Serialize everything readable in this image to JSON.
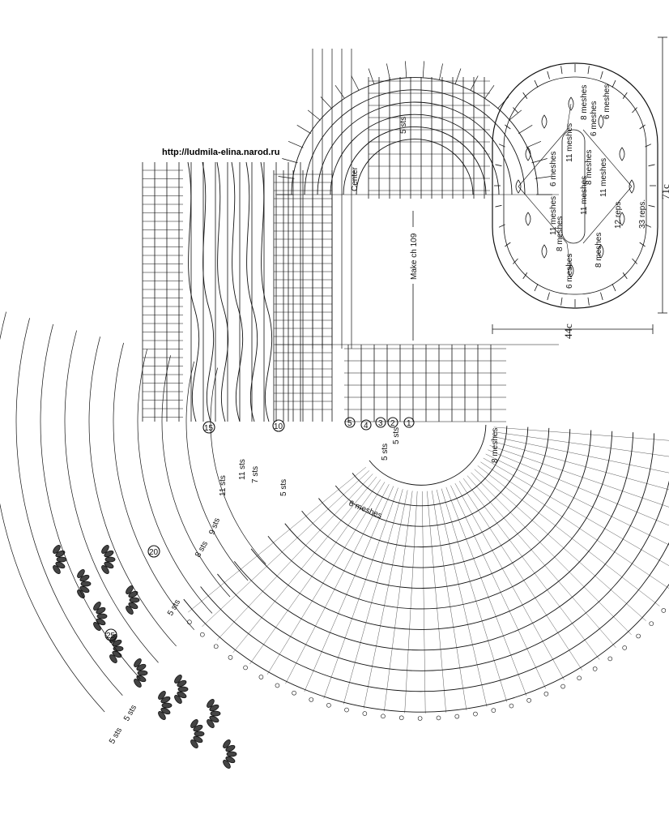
{
  "source_url": "http://ludmila-elina.narod.ru",
  "main_chart": {
    "center_label": "Center",
    "chain_label": "Make ch 109",
    "row_markers": [
      "1",
      "2",
      "3",
      "4",
      "5",
      "10",
      "15",
      "20",
      "25"
    ],
    "stitch_labels": [
      "5 sts",
      "5 sts",
      "5 sts",
      "7 sts",
      "11 sts",
      "11 sts",
      "9 sts",
      "8 sts",
      "5 sts",
      "5 sts",
      "5 sts",
      "5 sts"
    ],
    "mesh_labels": [
      "6 meshes",
      "8 meshes"
    ]
  },
  "schematic": {
    "width_label": "44c",
    "length_label": "71c",
    "mesh_labels": [
      "8 meshes",
      "11 meshes",
      "6 meshes",
      "6 meshes",
      "11 meshes",
      "8 meshes",
      "8 meshes",
      "11 meshes",
      "6 meshes",
      "6 meshes",
      "11 meshes",
      "8 meshes"
    ],
    "reps_labels": [
      "12 reps.",
      "33 reps."
    ]
  },
  "colors": {
    "ink": "#111111",
    "paper": "#ffffff"
  }
}
